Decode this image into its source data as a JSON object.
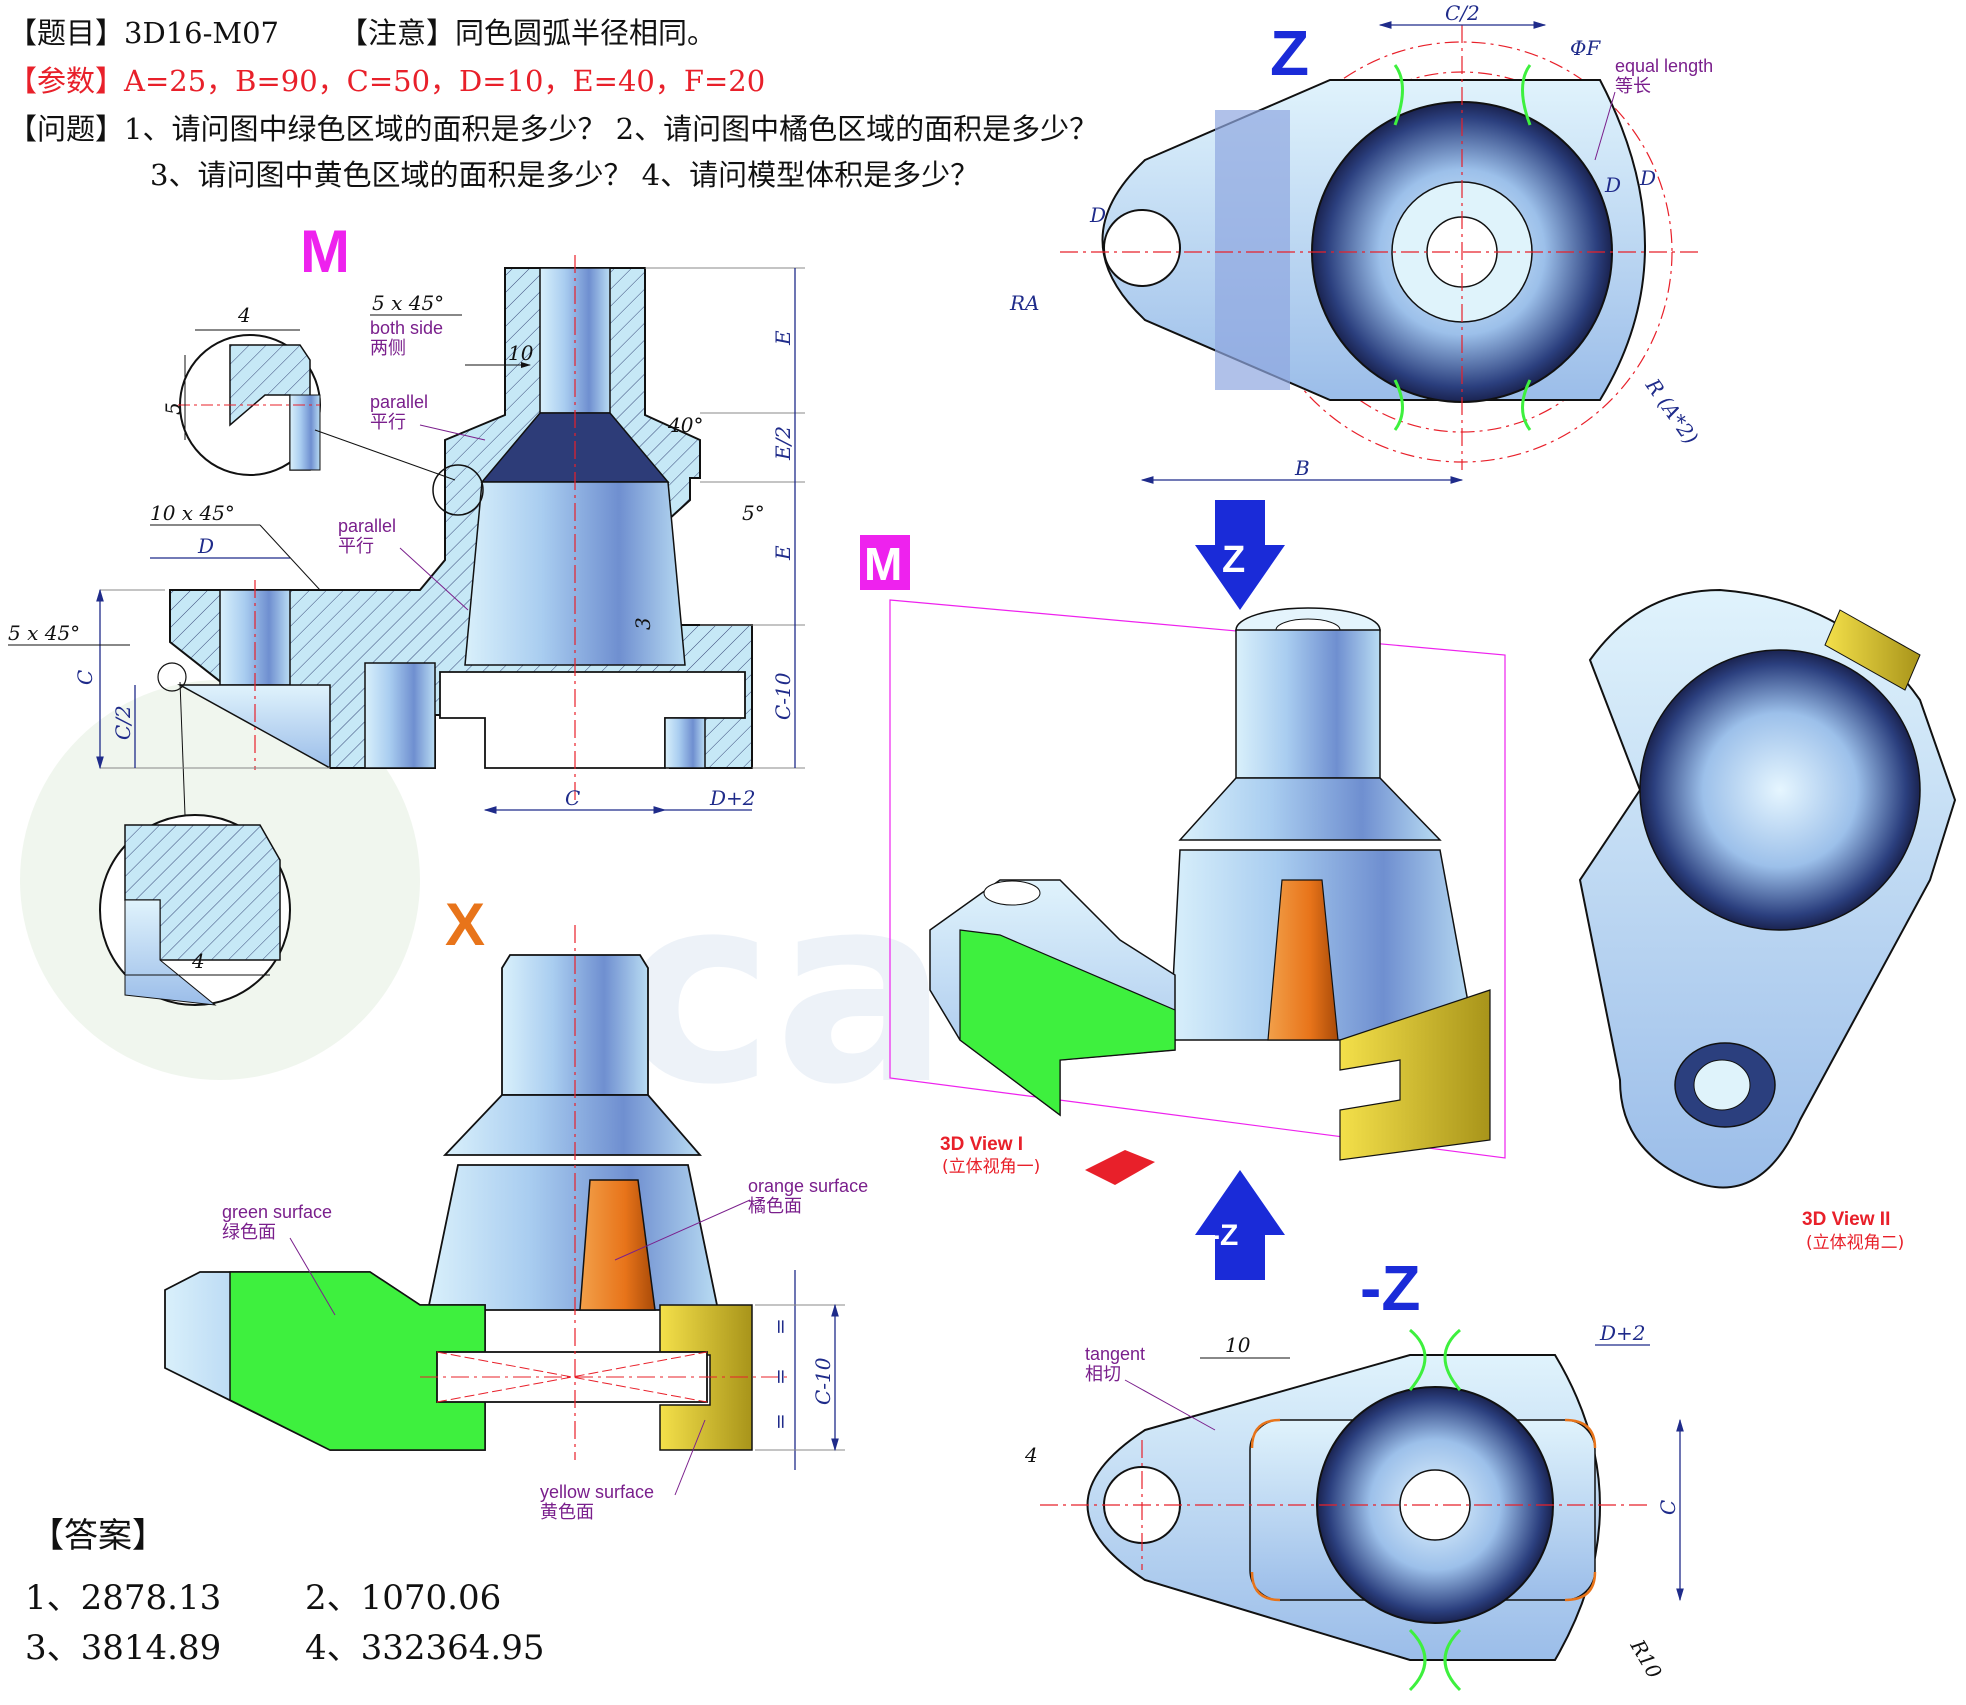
{
  "header": {
    "line1_title": "【题目】3D16-M07",
    "line1_note": "【注意】同色圆弧半径相同。",
    "line2_label": "【参数】",
    "line2_params": "A=25，B=90，C=50，D=10，E=40，F=20",
    "line3_label": "【问题】",
    "line3_q12": "1、请问图中绿色区域的面积是多少？ 2、请问图中橘色区域的面积是多少？",
    "line4_q34": "3、请问图中黄色区域的面积是多少？ 4、请问模型体积是多少？"
  },
  "answers": {
    "title": "【答案】",
    "a1": "1、2878.13",
    "a2": "2、1070.06",
    "a3": "3、3814.89",
    "a4": "4、332364.95"
  },
  "views": {
    "m_label": "M",
    "x_label": "X",
    "z_label": "Z",
    "negz_label": "-Z",
    "arrow_z": "Z",
    "arrow_negz": "-Z",
    "view1_en": "3D View I",
    "view1_cn": "(立体视角一)",
    "view2_en": "3D View II",
    "view2_cn": "(立体视角二)"
  },
  "notes": {
    "chamfer5_en": "5 x 45°",
    "both_side_en": "both side",
    "both_side_cn": "两侧",
    "parallel_en": "parallel",
    "parallel_cn": "平行",
    "chamfer10_en": "10 x 45°",
    "chamfer5b_en": "5 x 45°",
    "equal_en": "equal length",
    "equal_cn": "等长",
    "green_en": "green surface",
    "green_cn": "绿色面",
    "orange_en": "orange surface",
    "orange_cn": "橘色面",
    "yellow_en": "yellow surface",
    "yellow_cn": "黄色面",
    "tangent_en": "tangent",
    "tangent_cn": "相切"
  },
  "dims": {
    "d4_top": "4",
    "d5": "5",
    "d10_top": "10",
    "d40deg": "40°",
    "d5deg": "5°",
    "dE1": "E",
    "dE2": "E/2",
    "dE3": "E",
    "dC10": "C-10",
    "dD": "D",
    "dC": "C",
    "dC2": "C/2",
    "d3": "3",
    "dCbottom": "C",
    "dD2": "D+2",
    "d4_detail": "4",
    "dC10_x": "C-10",
    "eq": "=",
    "z_C2": "C/2",
    "z_F": "ΦF",
    "z_D_left": "D",
    "z_D1": "D",
    "z_D2": "D",
    "z_RA": "RA",
    "z_RA2": "R (A*2)",
    "z_B": "B",
    "nz_10": "10",
    "nz_D2": "D+2",
    "nz_4": "4",
    "nz_C": "C",
    "nz_R10": "R10"
  },
  "colors": {
    "green": "#3ef03e",
    "orange": "#e8741a",
    "yellow": "#d8c41a",
    "light_blue": "#c6e8f6",
    "mid_blue": "#8fb7e6",
    "dark_blue": "#2b3f7e",
    "dim_blue": "#1f2b8a",
    "magenta": "#ee22ee",
    "view_red": "#e8202a",
    "title_blue": "#1a2bd8"
  }
}
